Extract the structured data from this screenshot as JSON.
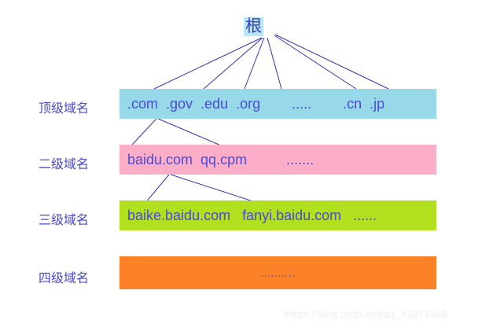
{
  "diagram": {
    "root": {
      "label": "根"
    },
    "tiers": [
      {
        "name": "top-level-domain",
        "label": "顶级域名",
        "color": "#97d9e8",
        "entries": ".com  .gov  .edu  .org        .....        .cn  .jp"
      },
      {
        "name": "second-level-domain",
        "label": "二级域名",
        "color": "#fcaec8",
        "entries": "baidu.com  qq.cpm          ......."
      },
      {
        "name": "third-level-domain",
        "label": "三级域名",
        "color": "#b0e01e",
        "entries": "baike.baidu.com   fanyi.baidu.com   ......"
      },
      {
        "name": "fourth-level-domain",
        "label": "四级域名",
        "color": "#fc8228",
        "entries": ".........."
      }
    ],
    "line_color": "#3333bb",
    "text_color": "#4a4ad8"
  },
  "watermark": {
    "text": "https://blog.csdn.net/qq_41071068"
  }
}
